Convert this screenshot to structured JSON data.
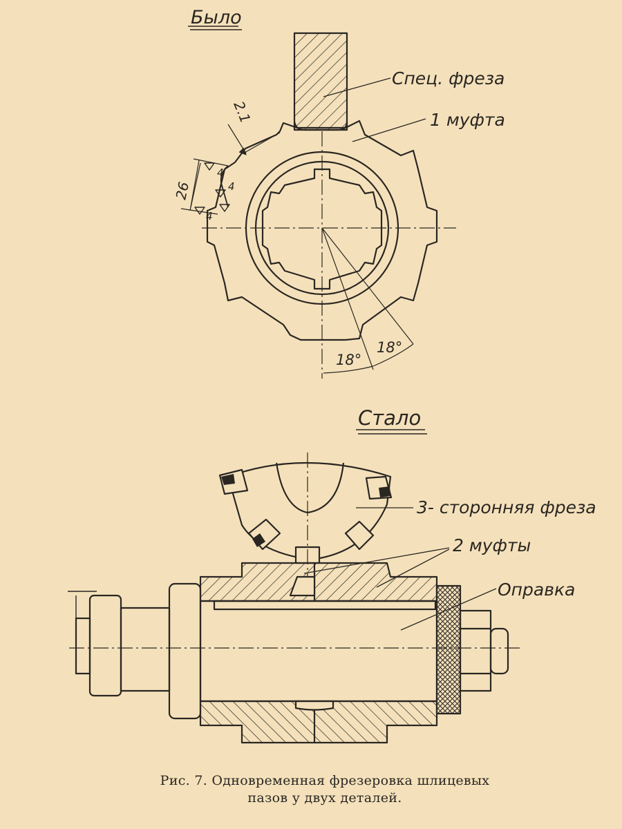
{
  "before": {
    "title": "Было",
    "label_cutter": "Спец. фреза",
    "label_coupling": "1 муфта",
    "dim_chamfer": "2.1",
    "dim_width": "26",
    "roughness_value": "4",
    "angle_1": "18°",
    "angle_2": "18°"
  },
  "after": {
    "title": "Стало",
    "label_cutter": "3- сторонняя фреза",
    "label_couplings": "2 муфты",
    "label_mandrel": "Оправка"
  },
  "caption": {
    "line1": "Рис. 7. Одновременная фрезеровка шлицевых",
    "line2": "пазов у двух деталей."
  },
  "colors": {
    "paper": "#f4e1bb",
    "ink": "#2a2622"
  }
}
